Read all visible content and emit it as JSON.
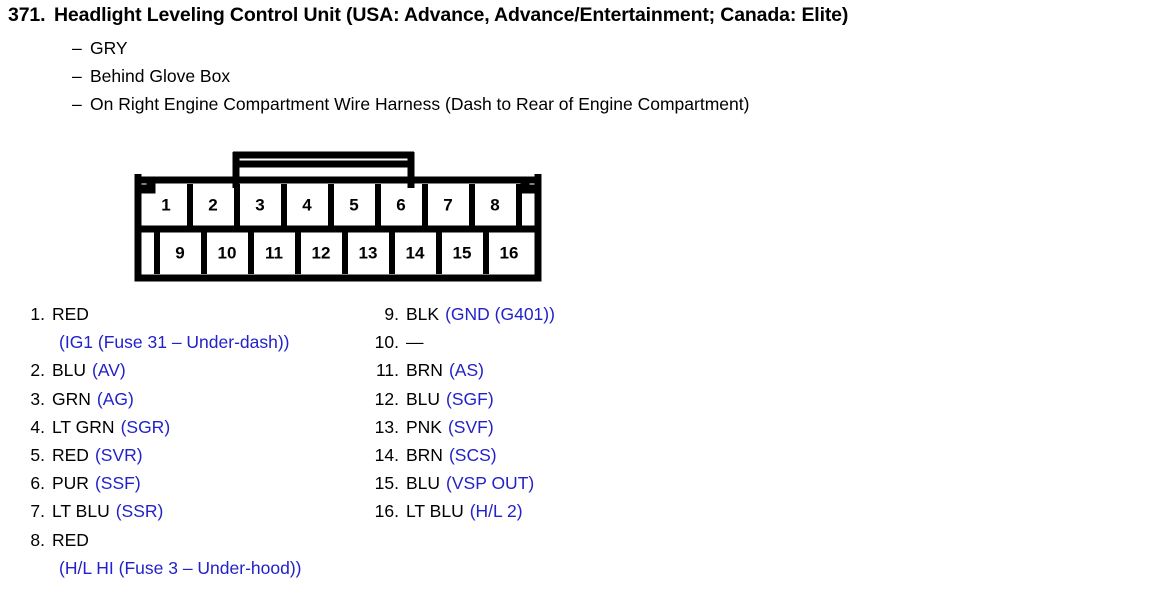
{
  "header": {
    "number": "371.",
    "title": "Headlight Leveling Control Unit (USA: Advance, Advance/Entertainment; Canada: Elite)",
    "bullet_marker": "–",
    "bullets": [
      "GRY",
      "Behind Glove Box",
      "On Right Engine Compartment Wire Harness (Dash to Rear of Engine Compartment)"
    ]
  },
  "connector": {
    "name": "16-pin connector",
    "top_row": [
      "1",
      "2",
      "3",
      "4",
      "5",
      "6",
      "7",
      "8"
    ],
    "bottom_row": [
      "9",
      "10",
      "11",
      "12",
      "13",
      "14",
      "15",
      "16"
    ],
    "top_row_trailing_blank": true,
    "bottom_row_leading_blank": true
  },
  "colors": {
    "signal_blue": "#2222c8",
    "text_black": "#000000",
    "background": "#ffffff"
  },
  "pins": {
    "left_column": [
      {
        "index": "1.",
        "color": "RED",
        "signal": "",
        "sub": "(IG1 (Fuse 31 – Under-dash))"
      },
      {
        "index": "2.",
        "color": "BLU",
        "signal": "(AV)",
        "sub": ""
      },
      {
        "index": "3.",
        "color": "GRN",
        "signal": "(AG)",
        "sub": ""
      },
      {
        "index": "4.",
        "color": "LT GRN",
        "signal": "(SGR)",
        "sub": ""
      },
      {
        "index": "5.",
        "color": "RED",
        "signal": "(SVR)",
        "sub": ""
      },
      {
        "index": "6.",
        "color": "PUR",
        "signal": "(SSF)",
        "sub": ""
      },
      {
        "index": "7.",
        "color": "LT BLU",
        "signal": "(SSR)",
        "sub": ""
      },
      {
        "index": "8.",
        "color": "RED",
        "signal": "",
        "sub": "(H/L HI (Fuse 3 – Under-hood))"
      }
    ],
    "right_column": [
      {
        "index": "9.",
        "color": "BLK",
        "signal": "(GND (G401))",
        "sub": ""
      },
      {
        "index": "10.",
        "color": "—",
        "signal": "",
        "sub": ""
      },
      {
        "index": "11.",
        "color": "BRN",
        "signal": "(AS)",
        "sub": ""
      },
      {
        "index": "12.",
        "color": "BLU",
        "signal": "(SGF)",
        "sub": ""
      },
      {
        "index": "13.",
        "color": "PNK",
        "signal": "(SVF)",
        "sub": ""
      },
      {
        "index": "14.",
        "color": "BRN",
        "signal": "(SCS)",
        "sub": ""
      },
      {
        "index": "15.",
        "color": "BLU",
        "signal": "(VSP OUT)",
        "sub": ""
      },
      {
        "index": "16.",
        "color": "LT BLU",
        "signal": "(H/L 2)",
        "sub": ""
      }
    ]
  }
}
